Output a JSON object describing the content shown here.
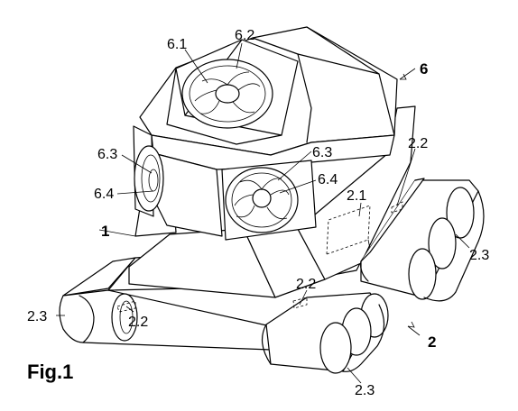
{
  "figure": {
    "caption": "Fig.1",
    "labels": {
      "fan_top_a": "6.1",
      "fan_top_b": "6.2",
      "fan_left_a": "6.3",
      "fan_left_b": "6.4",
      "fan_right_a": "6.3",
      "fan_right_b": "6.4",
      "ref_housing": "6",
      "ref_body": "1",
      "ref_vehicle": "2",
      "ref_module": "2.1",
      "ref_mount_upper": "2.2",
      "ref_mount_left": "2.2",
      "ref_mount_front": "2.2",
      "ref_track_right": "2.3",
      "ref_track_left": "2.3",
      "ref_track_front": "2.3"
    }
  }
}
